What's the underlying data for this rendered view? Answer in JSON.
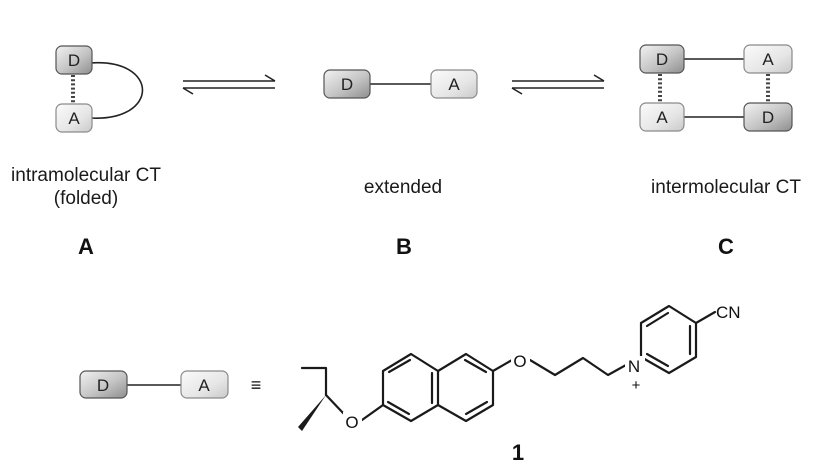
{
  "donor_label": "D",
  "acceptor_label": "A",
  "states": [
    {
      "caption_line1": "intramolecular CT",
      "caption_line2": "(folded)",
      "letter": "A"
    },
    {
      "caption_line1": "extended",
      "caption_line2": "",
      "letter": "B"
    },
    {
      "caption_line1": "intermolecular CT",
      "caption_line2": "",
      "letter": "C"
    }
  ],
  "equiv_symbol": "≡",
  "molecule": {
    "atom_o1": "O",
    "atom_o2": "O",
    "atom_n": "N",
    "charge": "+",
    "group_cn": "CN",
    "compound_number": "1"
  }
}
